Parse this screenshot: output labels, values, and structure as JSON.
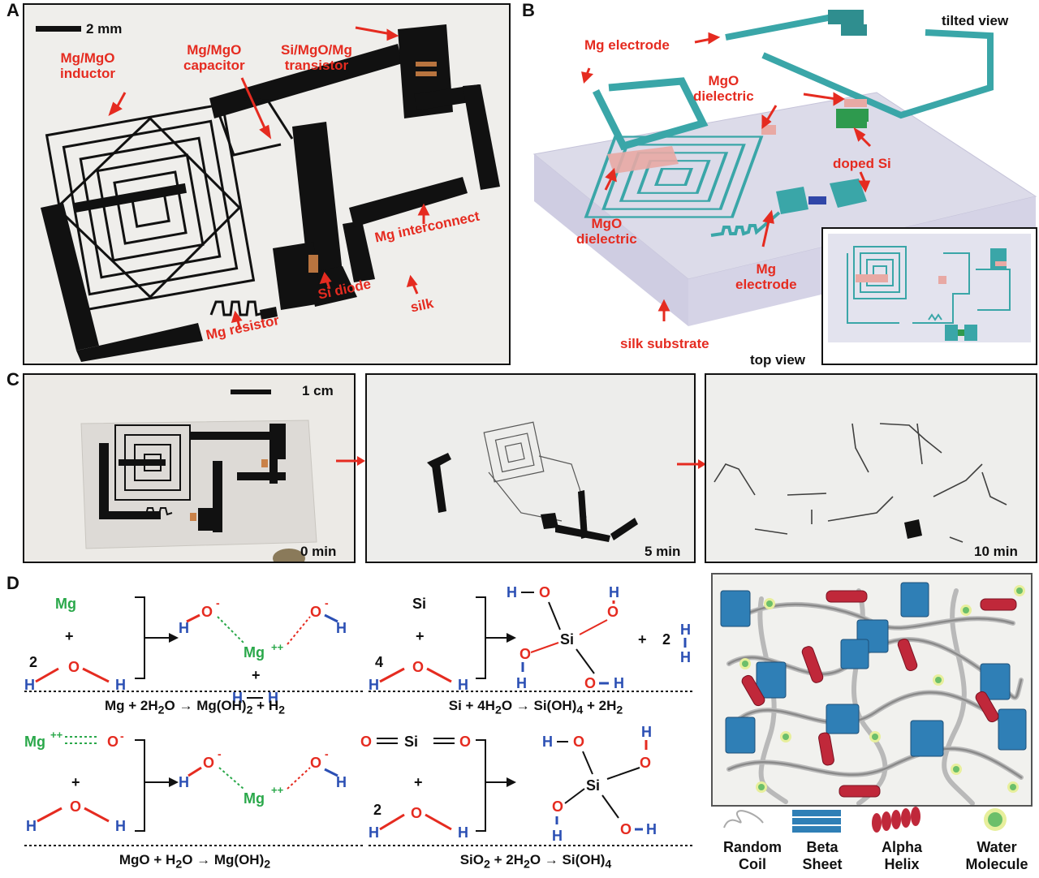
{
  "panel_labels": {
    "a": "A",
    "b": "B",
    "c": "C",
    "d": "D"
  },
  "panel_a": {
    "scale_bar": "2 mm",
    "labels": {
      "inductor": "Mg/MgO\ninductor",
      "capacitor": "Mg/MgO\ncapacitor",
      "transistor": "Si/MgO/Mg\ntransistor",
      "interconnect": "Mg interconnect",
      "diode": "Si diode",
      "silk": "silk",
      "resistor": "Mg resistor"
    }
  },
  "panel_b": {
    "tilted_view": "tilted view",
    "top_view": "top view",
    "labels": {
      "mg_electrode_top": "Mg electrode",
      "mgo_dielectric_top": "MgO\ndielectric",
      "doped_si": "doped Si",
      "mgo_dielectric_left": "MgO\ndielectric",
      "mg_electrode_bottom": "Mg\nelectrode",
      "silk_substrate": "silk substrate"
    },
    "colors": {
      "trace": "#3aa6a8",
      "dielectric": "#e8a9a4",
      "silicon": "#2e9a4e",
      "substrate": "#dcdbe9"
    }
  },
  "panel_c": {
    "scale_bar": "1 cm",
    "frames": [
      "0 min",
      "5 min",
      "10 min"
    ]
  },
  "panel_d": {
    "eq1": {
      "caption_left": "Mg + 2H",
      "caption_sub1": "2",
      "caption_mid": "O → Mg(OH)",
      "caption_sub2": "2",
      "caption_right": " + H",
      "caption_sub3": "2"
    },
    "eq2": {
      "caption_left": "Si + 4H",
      "caption_sub1": "2",
      "caption_mid": "O → Si(OH)",
      "caption_sub2": "4",
      "caption_right": " + 2H",
      "caption_sub3": "2"
    },
    "eq3": {
      "caption_left": "MgO + H",
      "caption_sub1": "2",
      "caption_mid": "O → Mg(OH)",
      "caption_sub2": "2"
    },
    "eq4": {
      "caption_left": "SiO",
      "caption_sub1": "2",
      "caption_mid": " + 2H",
      "caption_sub2": "2",
      "caption_right": "O → Si(OH)",
      "caption_sub3": "4"
    },
    "atoms": {
      "mg": "Mg",
      "mgpp": "Mg",
      "pp": "++",
      "si": "Si",
      "o": "O",
      "h": "H",
      "minus": "-",
      "plus": "+",
      "two": "2",
      "four": "4"
    },
    "legend": {
      "random_coil": "Random\nCoil",
      "beta_sheet": "Beta\nSheet",
      "alpha_helix": "Alpha\nHelix",
      "water_molecule": "Water\nMolecule"
    },
    "colors": {
      "mg": "#2aa84a",
      "o": "#e52b20",
      "h": "#2b4fb4",
      "helix": "#c0283a",
      "sheet": "#2f7fb6",
      "coil": "#9a9a9a"
    }
  }
}
